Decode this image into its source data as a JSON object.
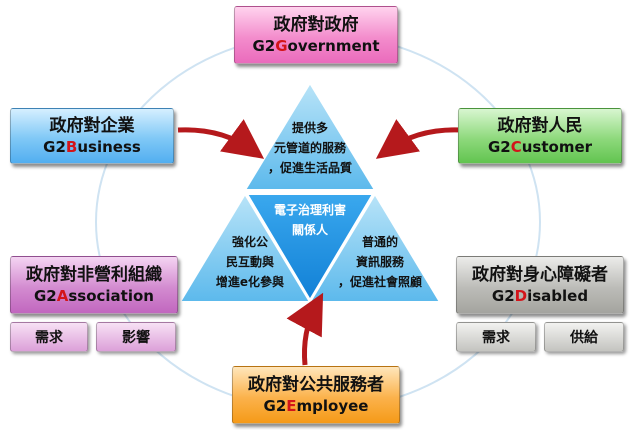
{
  "center": {
    "top": [
      "提供多",
      "元管道的服務",
      "，促進生活品質"
    ],
    "middle": [
      "電子治理利害",
      "關係人"
    ],
    "left": [
      "強化公",
      "民互動與",
      "增進e化參與"
    ],
    "right": [
      "普通的",
      "資訊服務",
      "，促進社會照顧"
    ]
  },
  "boxes": {
    "government": {
      "title": "政府對政府",
      "prefix": "G2",
      "initial": "G",
      "rest": "overnment"
    },
    "business": {
      "title": "政府對企業",
      "prefix": "G2",
      "initial": "B",
      "rest": "usiness"
    },
    "customer": {
      "title": "政府對人民",
      "prefix": "G2",
      "initial": "C",
      "rest": "ustomer"
    },
    "association": {
      "title": "政府對非營利組織",
      "prefix": "G2",
      "initial": "A",
      "rest": "ssociation"
    },
    "disabled": {
      "title": "政府對身心障礙者",
      "prefix": "G2",
      "initial": "D",
      "rest": "isabled"
    },
    "employee": {
      "title": "政府對公共服務者",
      "prefix": "G2",
      "initial": "E",
      "rest": "mployee"
    }
  },
  "subs": {
    "association": [
      "需求",
      "影響"
    ],
    "disabled": [
      "需求",
      "供給"
    ]
  },
  "colors": {
    "triangle_light": "#7ccaf0",
    "triangle_dark": "#1a8fe0",
    "arrow": "#b5191c",
    "highlight": "#d3141a"
  }
}
